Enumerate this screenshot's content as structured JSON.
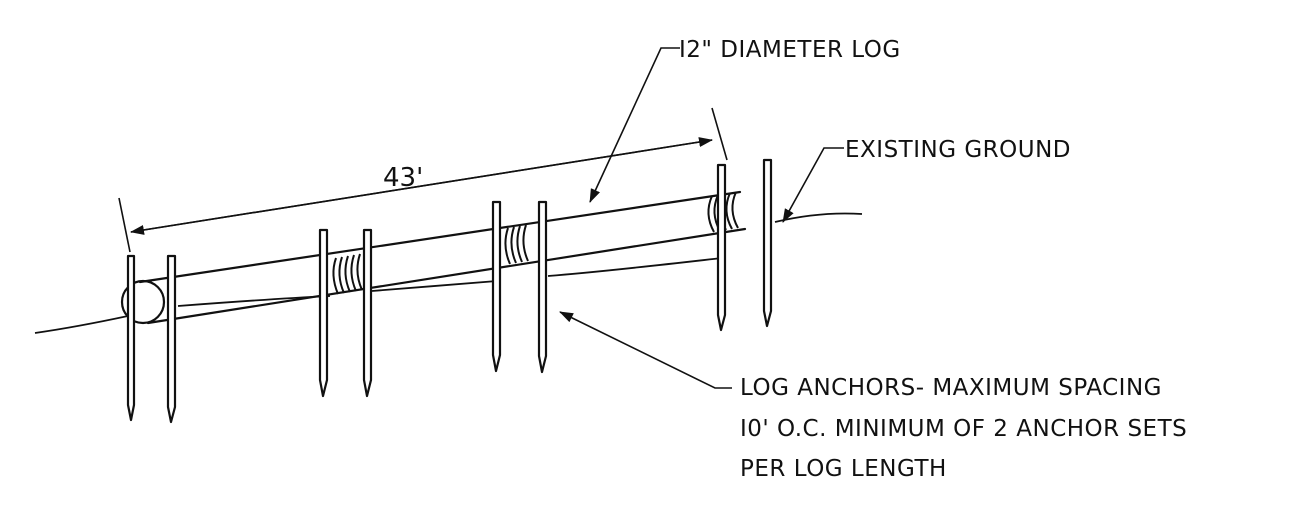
{
  "labels": {
    "log_diameter": "I2\" DIAMETER LOG",
    "existing_ground": "EXISTING GROUND",
    "anchors_line1": "LOG ANCHORS- MAXIMUM SPACING",
    "anchors_line2": "I0' O.C. MINIMUM OF 2 ANCHOR SETS",
    "anchors_line3": "PER LOG LENGTH"
  },
  "dimension": {
    "log_length": "43'"
  }
}
